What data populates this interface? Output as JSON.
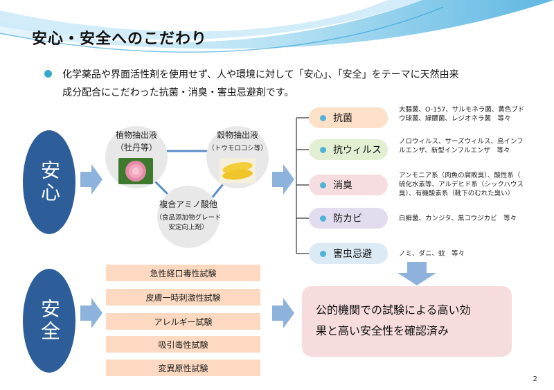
{
  "slide": {
    "title": "安心・安全へのこだわり",
    "intro_line1": "化学薬品や界面活性剤を使用せず、人や環境に対して「安心」、「安全」をテーマに天然由来",
    "intro_line2": "成分配合にこだわった抗菌・消臭・害虫忌避剤です。",
    "page_number": "2"
  },
  "anshin": {
    "label": "安心",
    "plant_extract": {
      "title": "植物抽出液",
      "sub": "（牡丹等）"
    },
    "grain_extract": {
      "title": "穀物抽出液",
      "sub": "（トウモロコシ等）"
    },
    "amino": {
      "title": "複合アミノ酸他",
      "sub1": "（食品添加物グレード",
      "sub2": "安定向上剤）"
    }
  },
  "effects": [
    {
      "label": "抗菌",
      "color": "#fce0c8",
      "desc1": "大腸菌、O-157、サルモネラ菌、黄色ブド",
      "desc2": "ウ球菌、緑膿菌、レジオネラ菌　等々",
      "desc3": ""
    },
    {
      "label": "抗ウィルス",
      "color": "#e2efd3",
      "desc1": "ノロウィルス、サーズウィルス、鳥インフ",
      "desc2": "ルエンザ、新型インフルエンザ　等々",
      "desc3": ""
    },
    {
      "label": "消臭",
      "color": "#f7dce0",
      "desc1": "アンモニア系（肉魚の腐敗臭）、酸性系（",
      "desc2": "硫化水素等、アルデヒド系（シックハウス",
      "desc3": "臭）、有機酸素系（靴下のむれた臭い）"
    },
    {
      "label": "防カビ",
      "color": "#e3dbee",
      "desc1": "白癬菌、カンジタ、黒コウジカビ　等々",
      "desc2": "",
      "desc3": ""
    },
    {
      "label": "害虫忌避",
      "color": "#dbeaf5",
      "desc1": "ノミ、ダニ、蚊　等々",
      "desc2": "",
      "desc3": ""
    }
  ],
  "anzen": {
    "label": "安全",
    "tests": [
      "急性経口毒性試験",
      "皮膚一時刺激性試験",
      "アレルギー試験",
      "吸引毒性試験",
      "変異原性試験"
    ]
  },
  "result": {
    "line1": "公的機関での試験による高い効",
    "line2": "果と高い安全性を確認済み"
  },
  "colors": {
    "oval": "#2e5e9a",
    "arrow": "#8db3dc",
    "connector": "#5b8dc9",
    "bullet": "#35a9c9",
    "test_box": "#fcd9c0",
    "result_box": "#f6dcdc"
  }
}
